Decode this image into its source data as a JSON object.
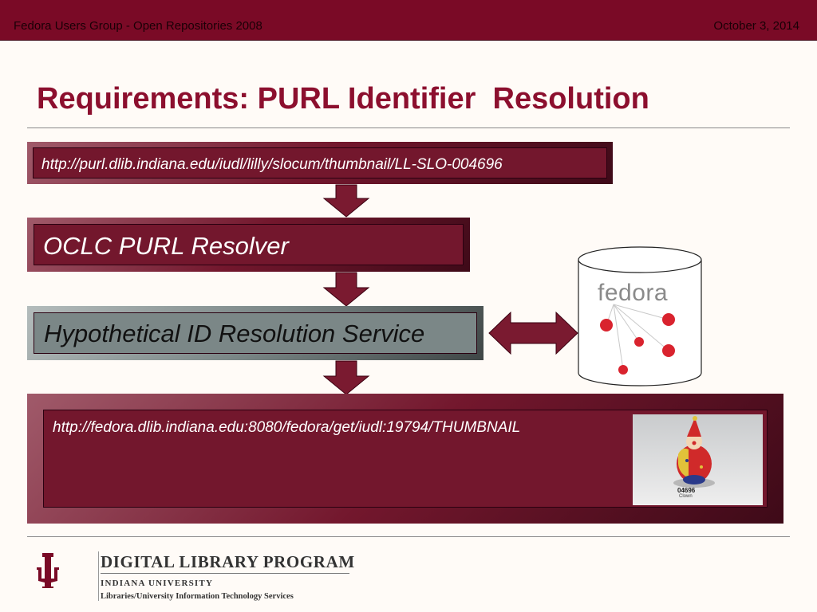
{
  "header": {
    "left_text": "Fedora Users Group - Open Repositories 2008",
    "right_text": "October 3, 2014"
  },
  "slide": {
    "title": "Requirements: PURL Identifier  Resolution"
  },
  "flow": {
    "purl_url": "http://purl.dlib.indiana.edu/iudl/lilly/slocum/thumbnail/LL-SLO-004696",
    "resolver_label": "OCLC PURL Resolver",
    "service_label": "Hypothetical ID Resolution Service",
    "fedora_url": "http://fedora.dlib.indiana.edu:8080/fedora/get/iudl:19794/THUMBNAIL"
  },
  "fedora_repo": {
    "logo_text": "fedora"
  },
  "thumbnail": {
    "tag_number": "04696",
    "tag_label": "Clown"
  },
  "footer_logo": {
    "program": "DIGITAL LIBRARY PROGRAM",
    "university": "INDIANA UNIVERSITY",
    "department": "Libraries/University Information Technology Services"
  },
  "colors": {
    "header_bg": "#7a0a26",
    "title": "#8c0f2e",
    "box_maroon": "#73172d",
    "box_gray": "#7b8787",
    "fedora_dots": "#d9232e"
  }
}
